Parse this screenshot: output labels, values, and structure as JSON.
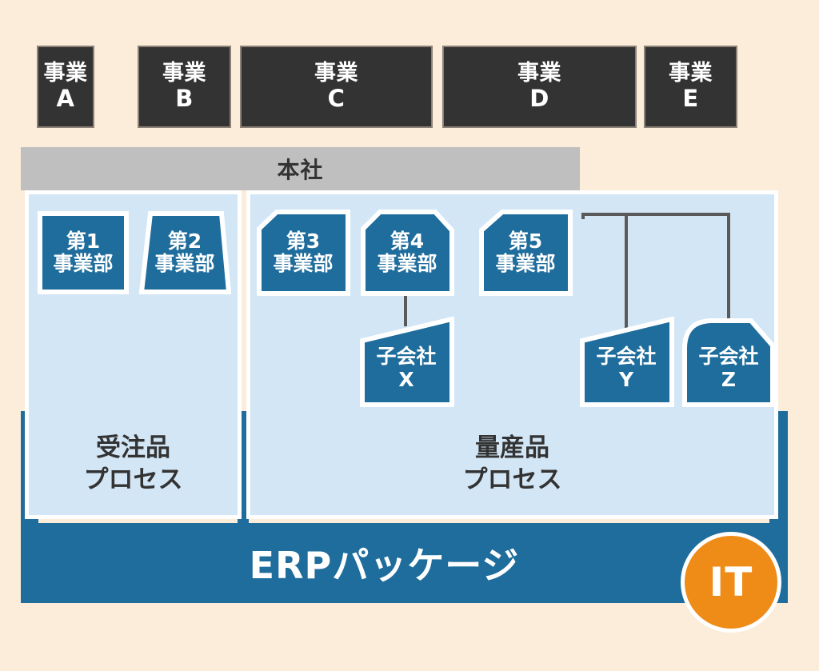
{
  "diagram": {
    "title": "ERP package organisational coverage diagram",
    "colors": {
      "background": "#fcecda",
      "business_box": "#333333",
      "business_box_border": "#8d8277",
      "headquarters": "#bfbfbf",
      "process_panel": "#d3e6f5",
      "unit_card": "#1f6d9c",
      "erp_bar": "#1f6d9c",
      "it_badge": "#ef8b17",
      "connector": "#5a5a5a",
      "outline": "#ffffff"
    }
  },
  "business_units": [
    {
      "line1": "事業",
      "line2": "A"
    },
    {
      "line1": "事業",
      "line2": "B"
    },
    {
      "line1": "事業",
      "line2": "C"
    },
    {
      "line1": "事業",
      "line2": "D"
    },
    {
      "line1": "事業",
      "line2": "E"
    }
  ],
  "headquarters": {
    "label": "本社"
  },
  "processes": [
    {
      "id": "made-to-order",
      "label": "受注品\nプロセス"
    },
    {
      "id": "mass-production",
      "label": "量産品\nプロセス"
    }
  ],
  "divisions": [
    {
      "line1": "第1",
      "line2": "事業部",
      "process": "made-to-order"
    },
    {
      "line1": "第2",
      "line2": "事業部",
      "process": "made-to-order"
    },
    {
      "line1": "第3",
      "line2": "事業部",
      "process": "mass-production"
    },
    {
      "line1": "第4",
      "line2": "事業部",
      "process": "mass-production"
    },
    {
      "line1": "第5",
      "line2": "事業部",
      "process": "mass-production"
    }
  ],
  "subsidiaries": [
    {
      "line1": "子会社",
      "line2": "X",
      "parent": "第4事業部"
    },
    {
      "line1": "子会社",
      "line2": "Y",
      "parent": "第5事業部"
    },
    {
      "line1": "子会社",
      "line2": "Z",
      "parent": "第5事業部"
    }
  ],
  "erp": {
    "label": "ERPパッケージ",
    "badge": "IT"
  }
}
